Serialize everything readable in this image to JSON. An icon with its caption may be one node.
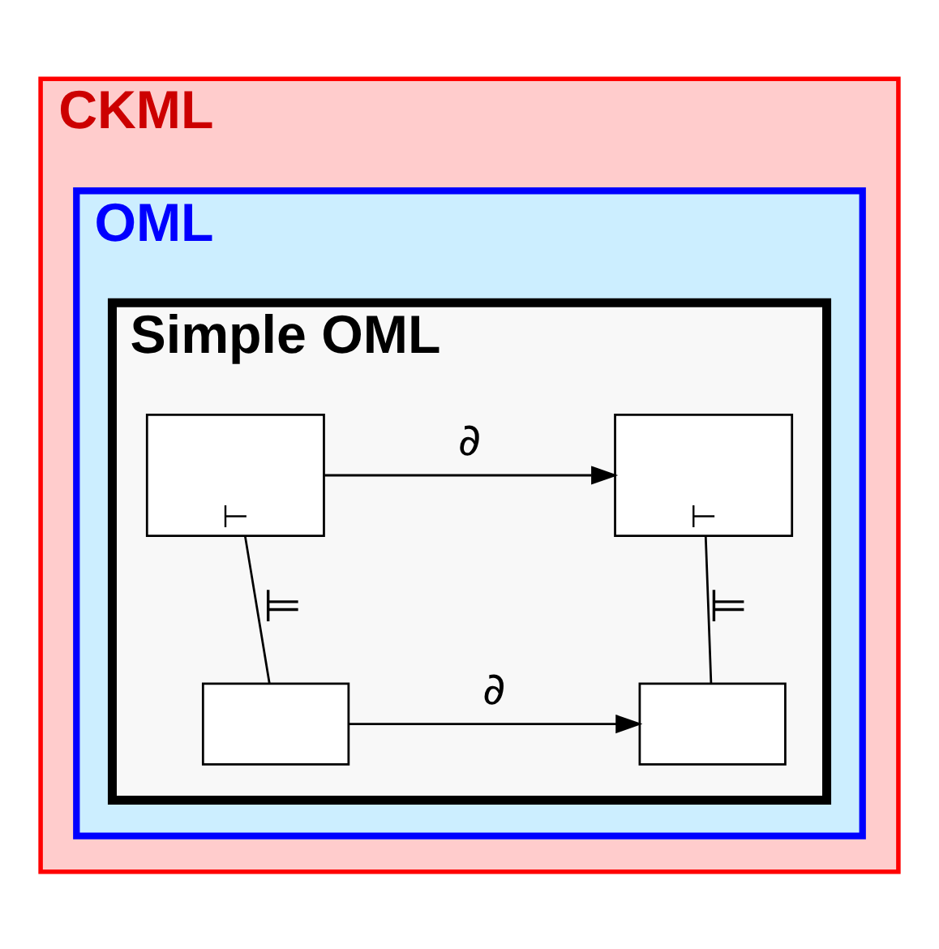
{
  "diagram": {
    "nodes": [
      {
        "text": [
          "CKML"
        ]
      },
      {
        "text": [
          "OML"
        ],
        "in": 0
      },
      {
        "text": [
          "Simple OML"
        ],
        "in": 1
      },
      {
        "text": [
          "⊢"
        ],
        "in": 2
      },
      {
        "text": [
          "⊢"
        ],
        "in": 2
      },
      {
        "text": [],
        "shape": "box",
        "in": 2
      },
      {
        "text": [],
        "shape": "box",
        "in": 2
      }
    ],
    "edges": [
      {
        "from": 3,
        "to": 4,
        "arrow": "to",
        "label": "∂"
      },
      {
        "from": 3,
        "to": 5,
        "arrow": "none",
        "label": "⊨"
      },
      {
        "from": 4,
        "to": 6,
        "arrow": "none",
        "label": "⊨"
      },
      {
        "from": 5,
        "to": 6,
        "arrow": "to",
        "label": "∂"
      }
    ]
  }
}
